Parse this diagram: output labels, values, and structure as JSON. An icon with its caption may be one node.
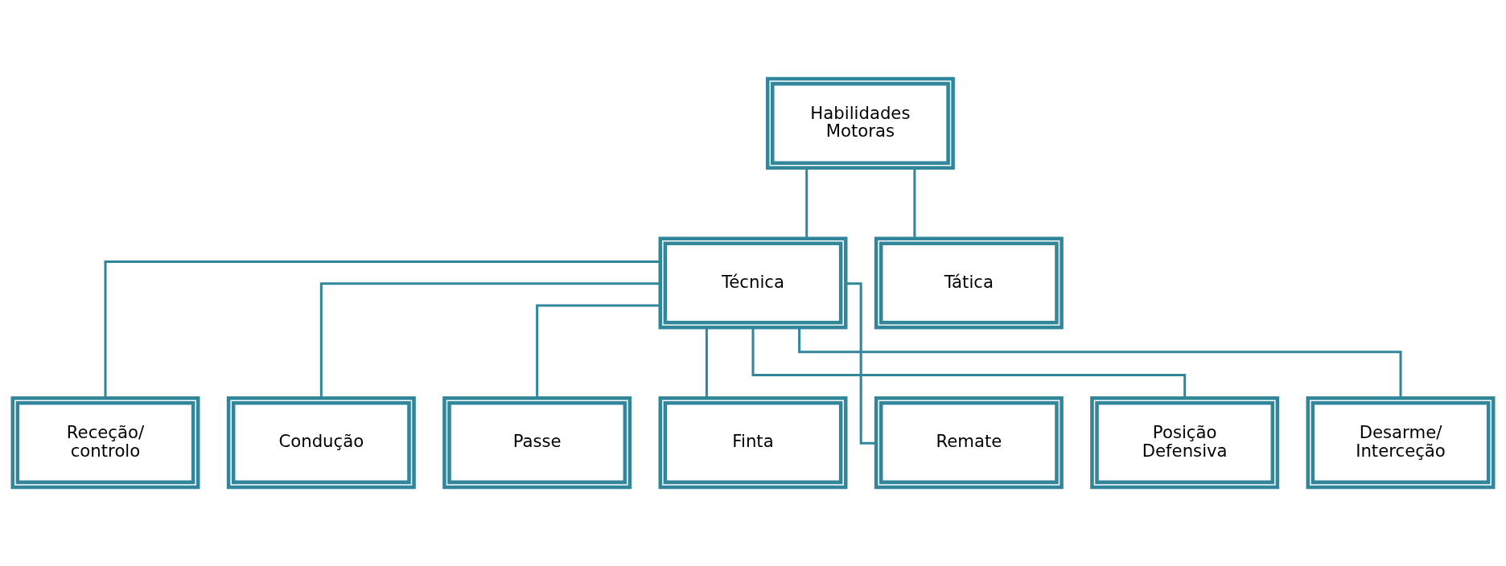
{
  "diagram": {
    "nodes": [
      {
        "text": [
          "Habilidades Motoras"
        ]
      },
      {
        "text": [
          "Técnica"
        ]
      },
      {
        "text": [
          "Tática"
        ]
      },
      {
        "text": [
          "Receção/ controlo"
        ]
      },
      {
        "text": [
          "Condução"
        ]
      },
      {
        "text": [
          "Passe"
        ]
      },
      {
        "text": [
          "Finta"
        ]
      },
      {
        "text": [
          "Remate"
        ]
      },
      {
        "text": [
          "Posição Defensiva"
        ]
      },
      {
        "text": [
          "Desarme/ Interceção"
        ]
      }
    ],
    "edges": [
      {
        "from": 0,
        "to": 1,
        "arrow": "none"
      },
      {
        "from": 0,
        "to": 2,
        "arrow": "none"
      },
      {
        "from": 1,
        "to": 3,
        "arrow": "none"
      },
      {
        "from": 1,
        "to": 4,
        "arrow": "none"
      },
      {
        "from": 1,
        "to": 5,
        "arrow": "none"
      },
      {
        "from": 1,
        "to": 6,
        "arrow": "none"
      },
      {
        "from": 1,
        "to": 7,
        "arrow": "none"
      },
      {
        "from": 1,
        "to": 8,
        "arrow": "none"
      },
      {
        "from": 1,
        "to": 9,
        "arrow": "none"
      }
    ]
  }
}
